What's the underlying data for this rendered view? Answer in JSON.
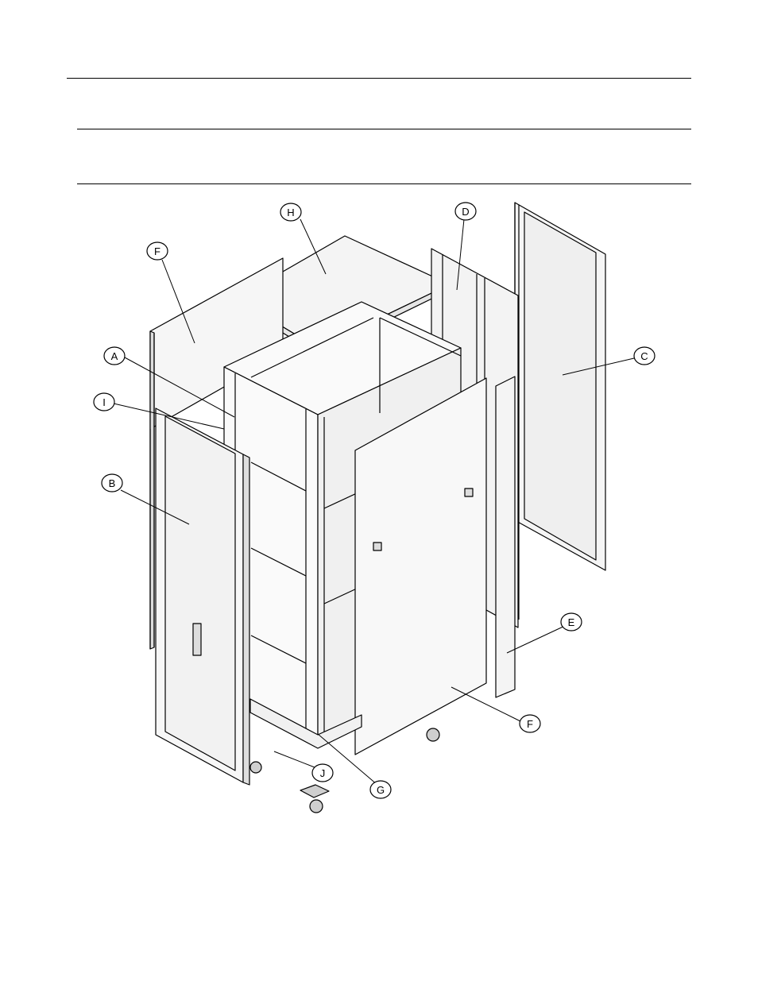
{
  "callouts": {
    "a": "A",
    "b": "B",
    "c": "C",
    "d": "D",
    "e": "E",
    "f_top": "F",
    "f_bottom": "F",
    "g": "G",
    "h": "H",
    "i": "I",
    "j": "J"
  }
}
